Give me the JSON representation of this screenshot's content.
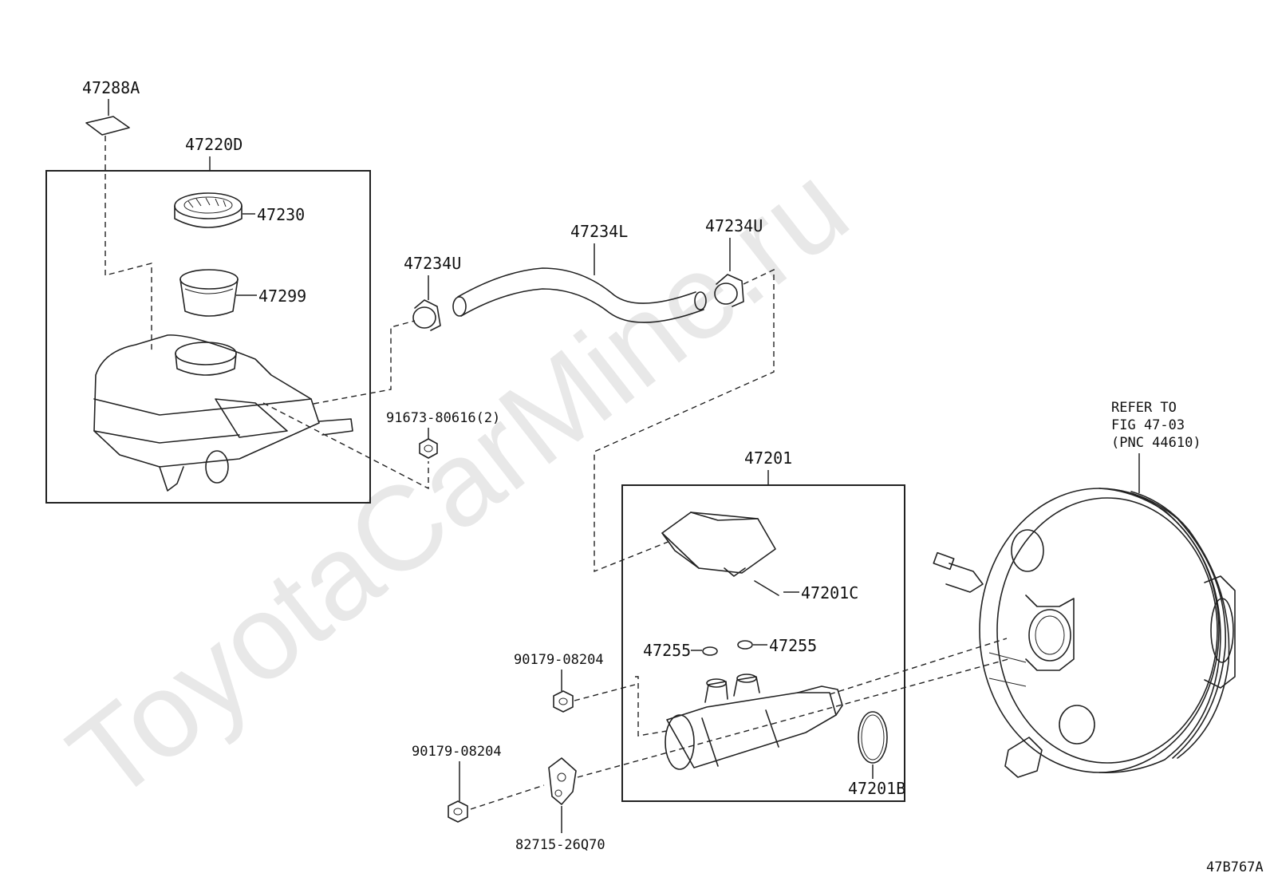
{
  "watermark": "ToyotaCarMine.ru",
  "figure_code": "47B767A",
  "labels": {
    "p47288A": "47288A",
    "p47220D": "47220D",
    "p47230": "47230",
    "p47299": "47299",
    "p47234U_left": "47234U",
    "p47234L": "47234L",
    "p47234U_right": "47234U",
    "p91673": "91673-80616(2)",
    "p47201": "47201",
    "p47201C": "47201C",
    "p47255_left": "47255",
    "p47255_right": "47255",
    "p90179_top": "90179-08204",
    "p90179_bottom": "90179-08204",
    "p82715": "82715-26Q70",
    "p47201B": "47201B"
  },
  "refer_note": {
    "line1": "REFER TO",
    "line2": "FIG 47-03",
    "line3": "(PNC 44610)"
  }
}
